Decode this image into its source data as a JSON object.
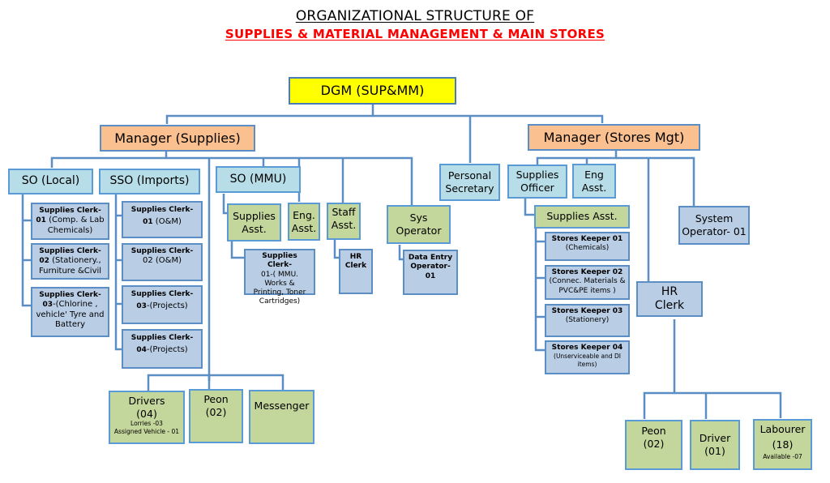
{
  "title": {
    "line1": "ORGANIZATIONAL STRUCTURE OF",
    "line2": "SUPPLIES & MATERIAL MANAGEMENT & MAIN STORES",
    "line2_color": "#ff0000"
  },
  "colors": {
    "head": "#ffff00",
    "manager": "#fac090",
    "officer": "#b7dee8",
    "assistant": "#c3d69b",
    "clerk": "#b9cde5",
    "connector": "#5b8ec4"
  },
  "dgm": {
    "label": "DGM (SUP&MM)"
  },
  "personal_secretary": {
    "line1": "Personal",
    "line2": "Secretary"
  },
  "manager_supplies": {
    "label": "Manager (Supplies)",
    "so_local": {
      "label": "SO (Local)",
      "clerks": [
        {
          "title": "Supplies Clerk-",
          "num": "01",
          "desc": " (Comp. & Lab Chemicals)"
        },
        {
          "title": "Supplies Clerk-",
          "num": "02",
          "desc": " (Stationery., Furniture &Civil"
        },
        {
          "title": "Supplies Clerk-",
          "num": "03",
          "desc": "-(Chlorine , vehicle' Tyre and Battery"
        }
      ]
    },
    "sso_imports": {
      "label": "SSO (Imports)",
      "clerks": [
        {
          "title": "Supplies Clerk-",
          "num": "01",
          "desc": " (O&M)"
        },
        {
          "title": "Supplies Clerk-",
          "num": "",
          "desc": "02 (O&M)"
        },
        {
          "title": "Supplies Clerk-",
          "num": "03",
          "desc": "-(Projects)"
        },
        {
          "title": "Supplies Clerk-",
          "num": "04",
          "desc": "-(Projects)"
        }
      ]
    },
    "so_mmu": {
      "label": "SO (MMU)",
      "supplies_asst": {
        "line1": "Supplies",
        "line2": "Asst."
      },
      "clerk": {
        "title": "Supplies Clerk-",
        "desc": "01-( MMU. Works & Printing, Toner Cartridges)"
      }
    },
    "eng_asst": {
      "line1": "Eng.",
      "line2": "Asst."
    },
    "staff_asst": {
      "line1": "Staff",
      "line2": "Asst.",
      "hr_clerk": {
        "line1": "HR",
        "line2": "Clerk"
      }
    },
    "sys_operator": {
      "line1": "Sys",
      "line2": "Operator",
      "data_entry": {
        "line1": "Data Entry",
        "line2": "Operator- 01"
      }
    },
    "drivers": {
      "line1": "Drivers",
      "line2": "(04)",
      "note1": "Lorries -03",
      "note2": "Assigned Vehicle - 01"
    },
    "peon": {
      "line1": "Peon",
      "line2": "(02)"
    },
    "messenger": {
      "label": "Messenger"
    }
  },
  "manager_stores": {
    "label": "Manager (Stores Mgt)",
    "supplies_officer": {
      "line1": "Supplies",
      "line2": "Officer"
    },
    "eng_asst": {
      "line1": "Eng",
      "line2": "Asst."
    },
    "supplies_asst": {
      "label": "Supplies Asst."
    },
    "store_keepers": [
      {
        "title": "Stores Keeper 01",
        "desc": "(Chemicals)"
      },
      {
        "title": "Stores Keeper 02",
        "desc": "(Connec. Materials & PVC&PE items )"
      },
      {
        "title": "Stores Keeper 03",
        "desc": "(Stationery)"
      },
      {
        "title": "Stores Keeper 04",
        "desc": "(Unserviceable and DI items)"
      }
    ],
    "system_operator": {
      "line1": "System",
      "line2": "Operator- 01"
    },
    "hr_clerk": {
      "line1": "HR",
      "line2": "Clerk"
    },
    "peon": {
      "line1": "Peon",
      "line2": "(02)"
    },
    "driver": {
      "line1": "Driver",
      "line2": "(01)"
    },
    "labourer": {
      "line1": "Labourer",
      "line2": "(18)",
      "note": "Available -07"
    }
  }
}
